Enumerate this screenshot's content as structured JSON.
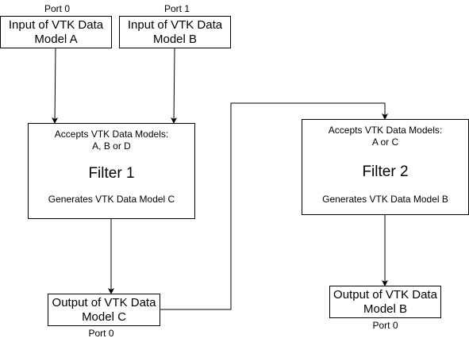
{
  "inputs": [
    {
      "port": "Port 0",
      "label": "Input of VTK Data Model A"
    },
    {
      "port": "Port 1",
      "label": "Input of VTK Data Model B"
    }
  ],
  "filters": [
    {
      "accepts": "Accepts VTK Data Models:",
      "accepts_models": "A, B or D",
      "name": "Filter 1",
      "generates": "Generates VTK Data Model C"
    },
    {
      "accepts": "Accepts VTK Data Models:",
      "accepts_models": "A or C",
      "name": "Filter 2",
      "generates": "Generates VTK Data Model B"
    }
  ],
  "outputs": [
    {
      "port": "Port 0",
      "label": "Output of VTK Data Model C"
    },
    {
      "port": "Port 0",
      "label": "Output of VTK Data Model B"
    }
  ]
}
